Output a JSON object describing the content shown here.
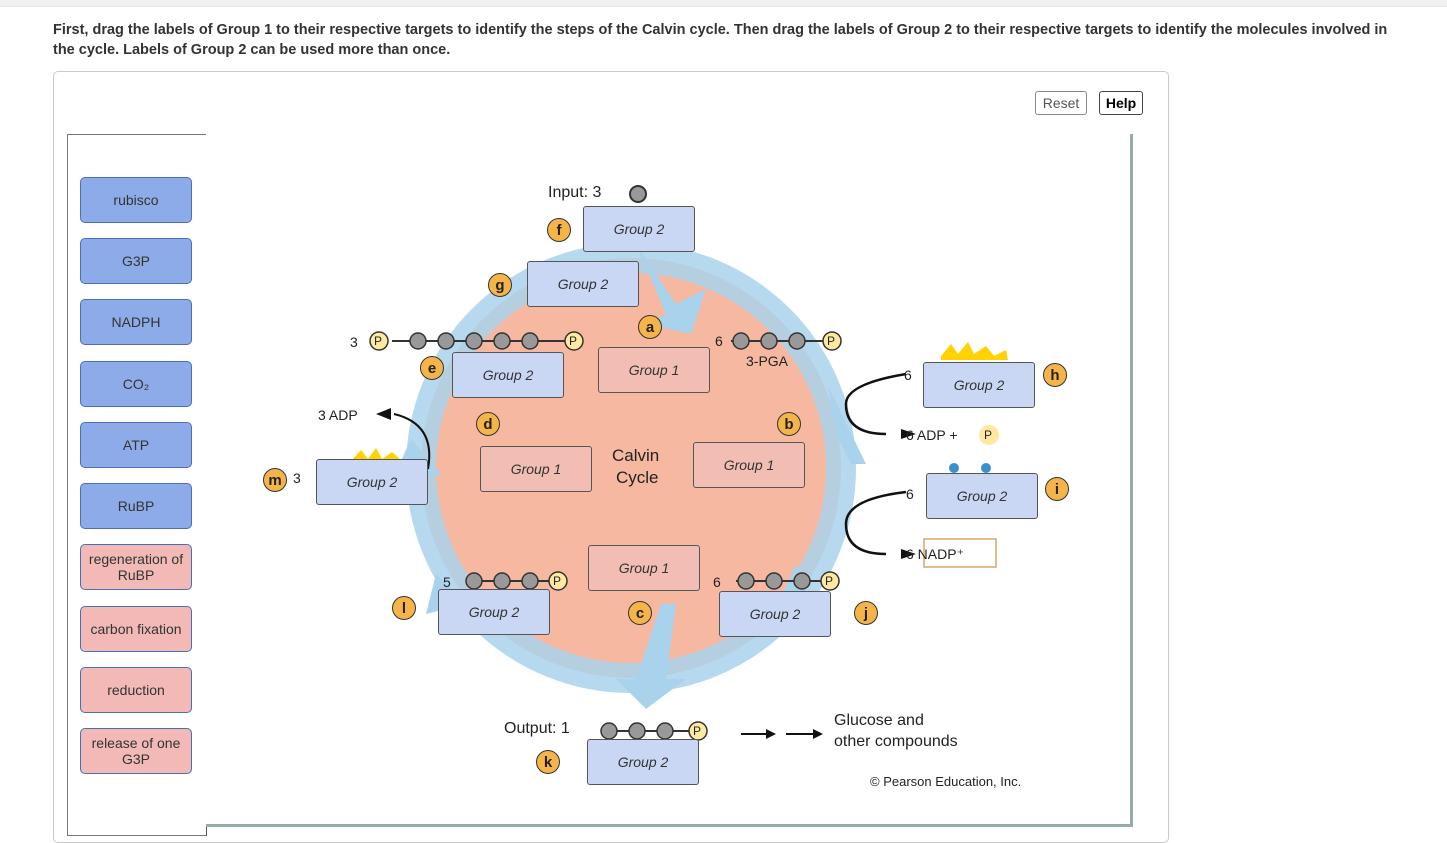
{
  "instructions": "First, drag the labels of Group 1 to their respective targets to identify the steps of the Calvin cycle. Then drag the labels of Group 2 to their respective targets to identify the molecules involved in the cycle. Labels of Group 2 can be used more than once.",
  "toolbar": {
    "reset_label": "Reset",
    "help_label": "Help"
  },
  "label_bank": {
    "group2_labels": [
      "rubisco",
      "G3P",
      "NADPH",
      "CO₂",
      "ATP",
      "RuBP"
    ],
    "group1_labels": [
      "regeneration of RuBP",
      "carbon fixation",
      "reduction",
      "release of one G3P"
    ]
  },
  "targets": {
    "f": "Group 2",
    "g": "Group 2",
    "a": "Group 1",
    "e": "Group 2",
    "h": "Group 2",
    "d": "Group 1",
    "b": "Group 1",
    "m": "Group 2",
    "i": "Group 2",
    "c": "Group 1",
    "l": "Group 2",
    "j": "Group 2",
    "k": "Group 2"
  },
  "letters": {
    "a": "a",
    "b": "b",
    "c": "c",
    "d": "d",
    "e": "e",
    "f": "f",
    "g": "g",
    "h": "h",
    "i": "i",
    "j": "j",
    "k": "k",
    "l": "l",
    "m": "m"
  },
  "diagram": {
    "input": "Input: 3",
    "center_line1": "Calvin",
    "center_line2": "Cycle",
    "pga": "3-PGA",
    "adp3": "3 ADP",
    "adp6": "6 ADP +",
    "nadp": "6 NADP⁺",
    "output": "Output: 1",
    "glucose1": "Glucose and",
    "glucose2": "other compounds",
    "copyright": "© Pearson Education, Inc.",
    "n3": "3",
    "n6": "6",
    "n5": "5",
    "p": "P"
  },
  "colors": {
    "group2": "#8eabe9",
    "group1": "#f2b9b7",
    "cycle": "#f7b8a2",
    "arrow": "#a9d2ec",
    "letter": "#f5b44a"
  }
}
